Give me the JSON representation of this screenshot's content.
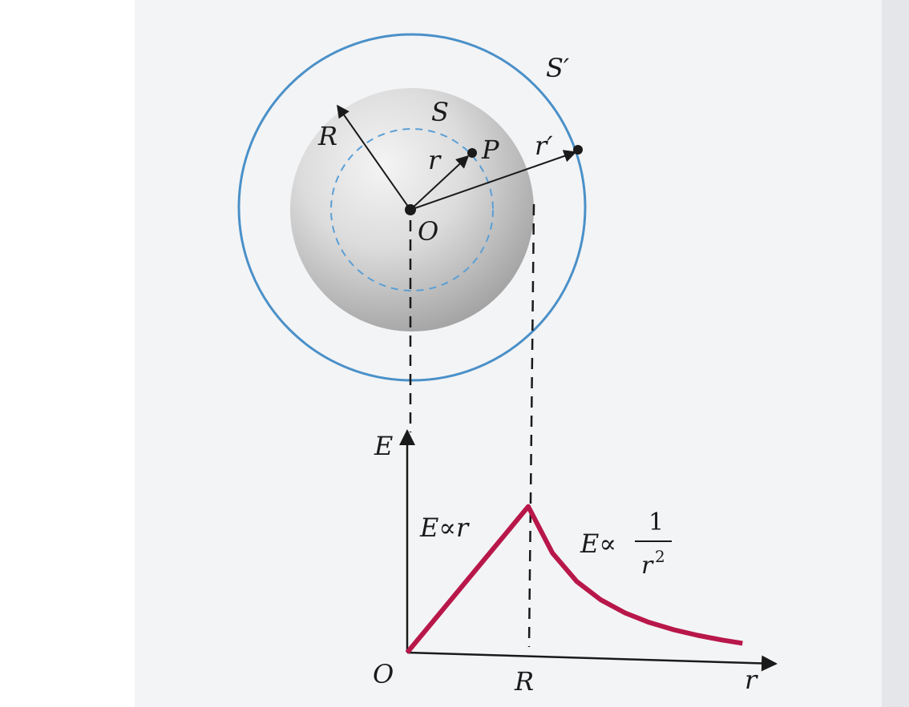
{
  "colors": {
    "page_left": "#ffffff",
    "page_right": "#eceef1",
    "sphere_light": "#f2f2f2",
    "sphere_dark": "#a9a9a9",
    "gauss_blue": "#4a90c8",
    "curve": "#b8174a",
    "ink": "#1a1a1a"
  },
  "sphere": {
    "surface_inner": "S",
    "surface_outer": "S′",
    "radius_label": "R",
    "center_label": "O",
    "point_label": "P",
    "r_label": "r",
    "r_prime_label": "r′"
  },
  "graph": {
    "y_axis_label": "E",
    "x_axis_label": "r",
    "origin_label": "O",
    "R_tick_label": "R",
    "inside_law": "E∝r",
    "outside_law_prefix": "E∝",
    "outside_law_numerator": "1",
    "outside_law_denominator_base": "r",
    "outside_law_denominator_exp": "2"
  },
  "chart_data": {
    "type": "line",
    "title": "",
    "xlabel": "r",
    "ylabel": "E",
    "x_ticks": [
      "O",
      "R"
    ],
    "series": [
      {
        "values_description_free": true,
        "x": [
          0,
          0.25,
          0.5,
          0.75,
          1.0,
          1.2,
          1.4,
          1.6,
          1.8,
          2.0,
          2.2,
          2.4,
          2.6,
          2.77
        ],
        "y": [
          0,
          0.25,
          0.5,
          0.75,
          1.0,
          0.694,
          0.51,
          0.391,
          0.309,
          0.25,
          0.207,
          0.174,
          0.148,
          0.13
        ]
      }
    ],
    "annotations": [
      "E∝r",
      "E∝1/r²"
    ]
  }
}
